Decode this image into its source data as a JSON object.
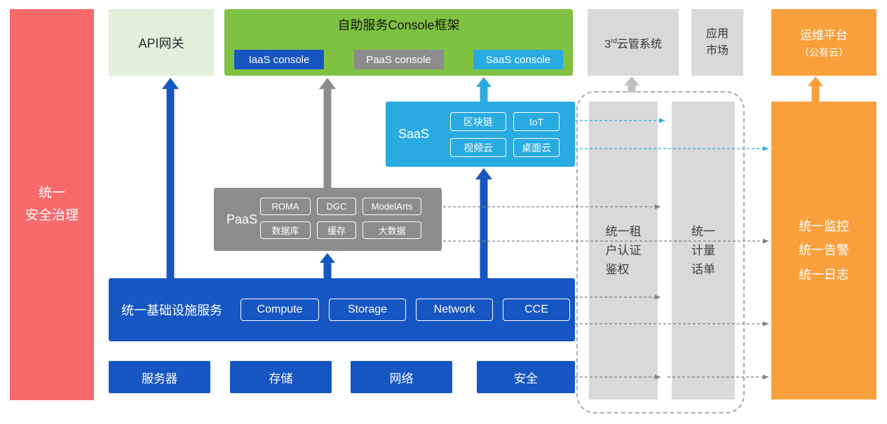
{
  "colors": {
    "red": "#F8696B",
    "light_green": "#E2F0D9",
    "green": "#7FC241",
    "blue": "#1656C2",
    "gray": "#8C8C8C",
    "light_gray": "#D9D9D9",
    "cyan": "#29ABE2",
    "orange": "#F9A03C"
  },
  "security_bar": {
    "label": "统一\n安全治理"
  },
  "api_gateway": {
    "label": "API网关"
  },
  "console_frame": {
    "title": "自助服务Console框架",
    "items": [
      {
        "label": "IaaS console"
      },
      {
        "label": "PaaS console"
      },
      {
        "label": "SaaS console"
      }
    ]
  },
  "third_party_cloud": {
    "prefix": "3",
    "sup": "rd",
    "suffix": "云管系统"
  },
  "app_market": {
    "label": "应用\n市场"
  },
  "ops_platform": {
    "line1": "运维平台",
    "line2": "（公有云）"
  },
  "saas": {
    "label": "SaaS",
    "items": [
      "区块链",
      "IoT",
      "视频云",
      "桌面云"
    ]
  },
  "paas": {
    "label": "PaaS",
    "items": [
      "ROMA",
      "DGC",
      "ModelArts",
      "数据库",
      "缓存",
      "大数据"
    ]
  },
  "infrastructure": {
    "label": "统一基础设施服务",
    "items": [
      "Compute",
      "Storage",
      "Network",
      "CCE"
    ]
  },
  "resource_row": [
    "服务器",
    "存储",
    "网络",
    "安全"
  ],
  "auth_bar": {
    "label": "统一租\n户认证\n鉴权"
  },
  "billing_bar": {
    "label": "统一\n计量\n话单"
  },
  "monitor_bar": {
    "label": "统一监控\n统一告警\n统一日志"
  }
}
